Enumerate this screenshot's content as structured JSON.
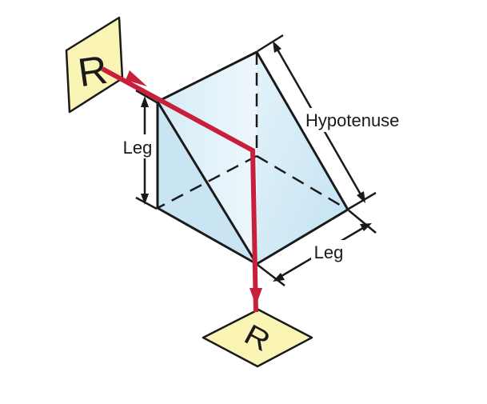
{
  "labels": {
    "hypotenuse": "Hypotenuse",
    "leg_vertical": "Leg",
    "leg_bottom": "Leg"
  },
  "cards": {
    "input_letter": "R",
    "output_letter": "R"
  },
  "colors": {
    "beam": "#c8203a",
    "card_fill": "#fbf5b5",
    "prism_face": "#cfe8f5",
    "prism_face_light": "#e9f5fb",
    "outline": "#1a1a1a"
  }
}
